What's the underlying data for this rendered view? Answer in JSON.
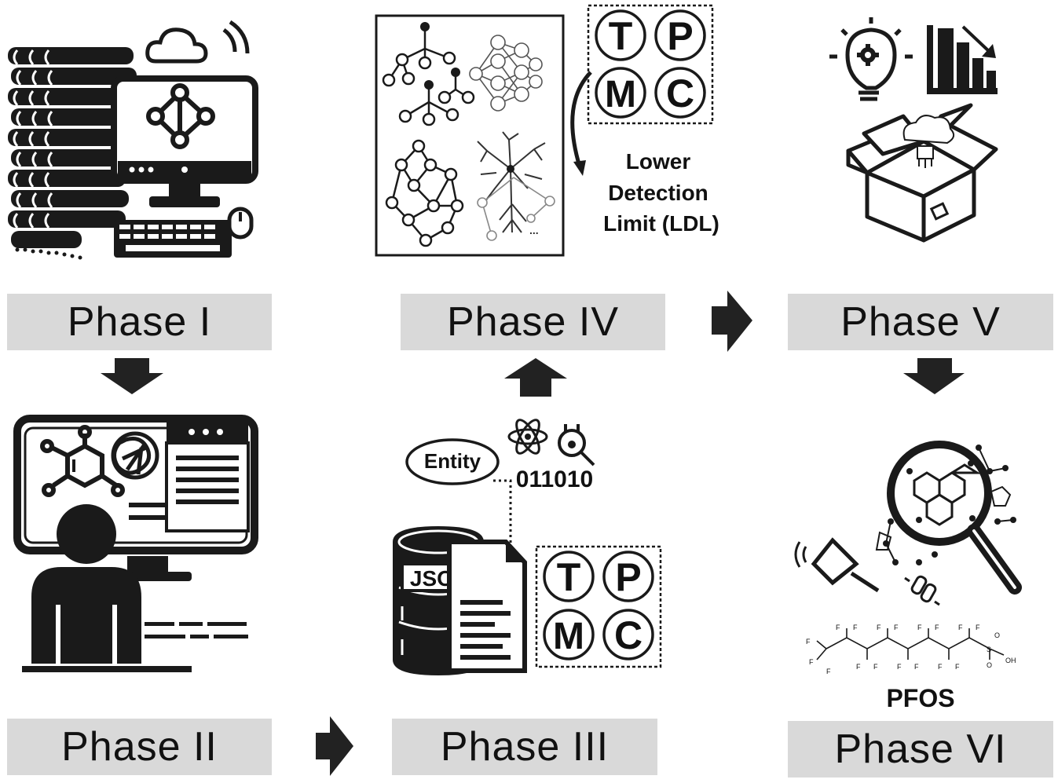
{
  "phases": {
    "p1": "Phase I",
    "p2": "Phase II",
    "p3": "Phase III",
    "p4": "Phase IV",
    "p5": "Phase V",
    "p6": "Phase VI"
  },
  "phase4": {
    "lower_line1": "Lower",
    "lower_line2": "Detection",
    "lower_line3": "Limit (LDL)",
    "ellipsis": "...",
    "letters": [
      "T",
      "P",
      "M",
      "C"
    ]
  },
  "phase3": {
    "entity": "Entity",
    "binary": "011010",
    "json": "JSON",
    "letters": [
      "T",
      "P",
      "M",
      "C"
    ]
  },
  "phase6": {
    "pfos": "PFOS",
    "f": "F",
    "oh": "OH",
    "s": "S",
    "o": "O"
  },
  "colors": {
    "label_bg": "#d9d9d9",
    "ink": "#111111",
    "arrow": "#222222"
  }
}
